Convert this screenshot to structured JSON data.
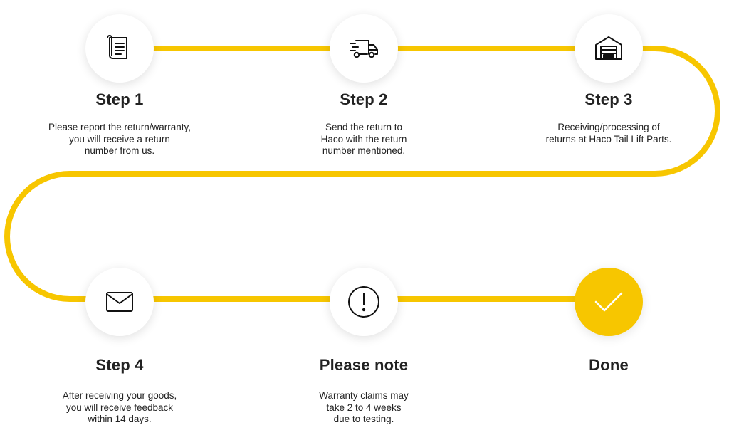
{
  "colors": {
    "accent": "#f7c600",
    "text": "#222222",
    "icon": "#111111",
    "background": "#ffffff"
  },
  "steps": [
    {
      "id": "step-1",
      "title": "Step 1",
      "description": "Please report the return/warranty,\nyou will receive a return\nnumber from us.",
      "icon": "document-icon"
    },
    {
      "id": "step-2",
      "title": "Step 2",
      "description": "Send the return to\nHaco with the return\nnumber mentioned.",
      "icon": "delivery-truck-icon"
    },
    {
      "id": "step-3",
      "title": "Step 3",
      "description": "Receiving/processing of\nreturns at Haco Tail Lift Parts.",
      "icon": "warehouse-icon"
    },
    {
      "id": "step-4",
      "title": "Step 4",
      "description": "After receiving your goods,\nyou will receive feedback\nwithin 14 days.",
      "icon": "envelope-icon"
    },
    {
      "id": "please-note",
      "title": "Please note",
      "description": "Warranty claims may\ntake 2 to 4 weeks\ndue to testing.",
      "icon": "exclamation-circle-icon"
    },
    {
      "id": "done",
      "title": "Done",
      "description": "",
      "icon": "checkmark-icon"
    }
  ]
}
